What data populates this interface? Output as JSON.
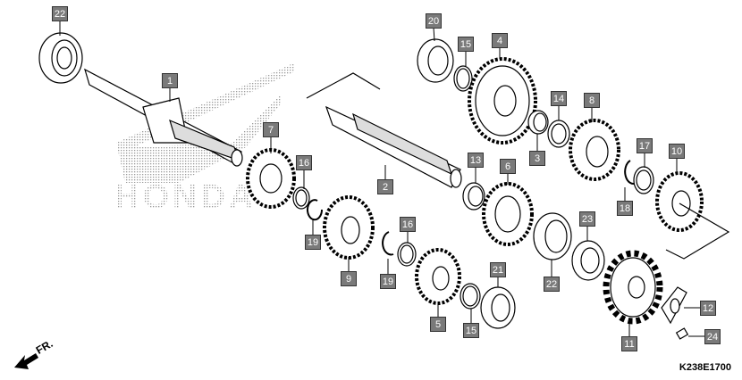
{
  "diagram": {
    "logo_text": "HONDA",
    "direction_label": "FR.",
    "drawing_code": "K238E1700",
    "callouts": [
      "22",
      "1",
      "7",
      "16",
      "19",
      "9",
      "2",
      "20",
      "15",
      "4",
      "14",
      "3",
      "8",
      "13",
      "6",
      "17",
      "10",
      "18",
      "23",
      "22",
      "16",
      "19",
      "5",
      "15",
      "21",
      "11",
      "12",
      "24"
    ],
    "colors": {
      "callout_fill": "#7a7a7a",
      "line": "#000000",
      "logo_dots": "#9a9a9a"
    }
  }
}
